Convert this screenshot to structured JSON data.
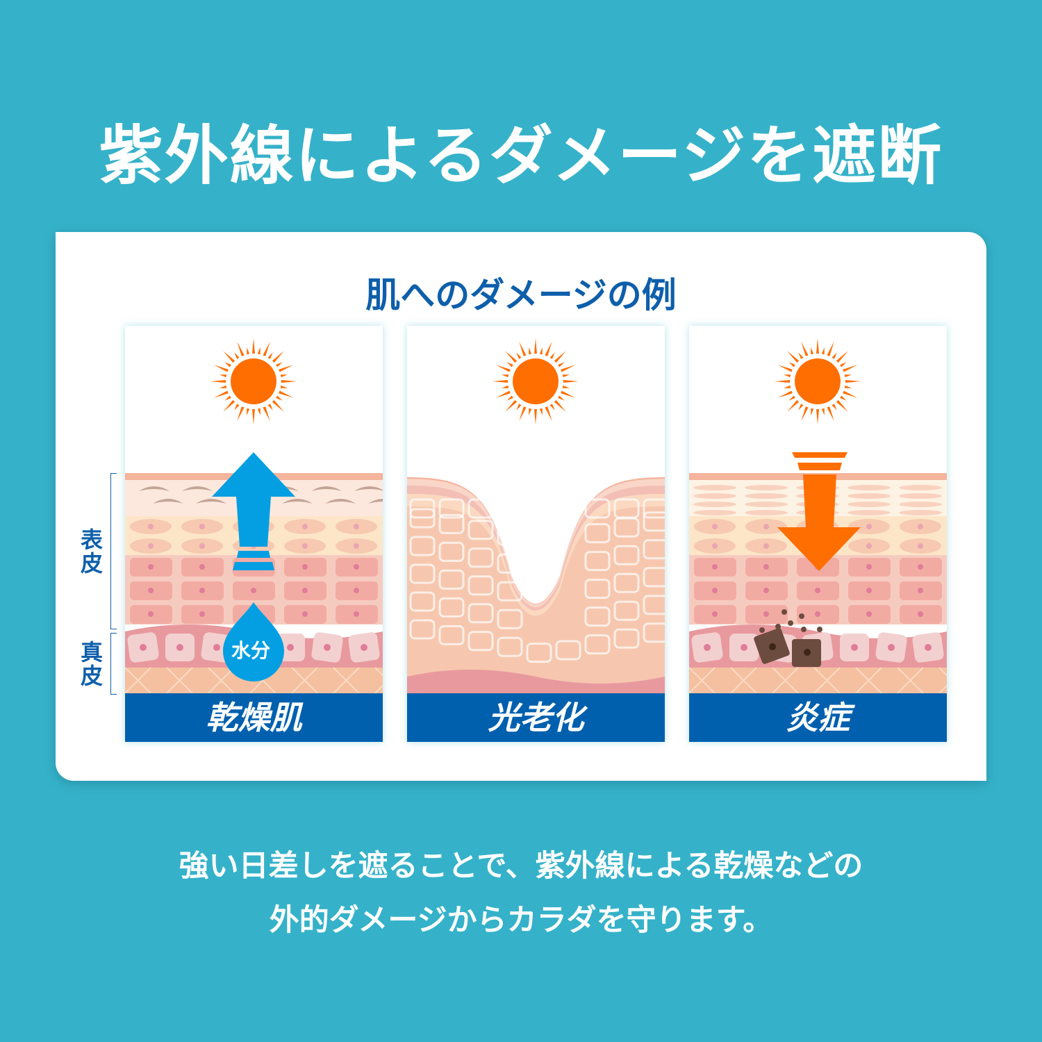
{
  "title": "紫外線によるダメージを遮断",
  "card": {
    "subtitle": "肌へのダメージの例",
    "side_labels": {
      "epidermis": "表皮",
      "dermis": "真皮"
    },
    "panels": [
      {
        "label": "乾燥肌",
        "badge": "水分",
        "arrow": "up"
      },
      {
        "label": "光老化"
      },
      {
        "label": "炎症",
        "arrow": "down"
      }
    ]
  },
  "bottom_text": [
    "強い日差しを遮ることで、紫外線による乾燥などの",
    "外的ダメージからカラダを守ります。"
  ],
  "colors": {
    "background": "#35b2c9",
    "navy": "#0060ae",
    "sun": "#ff6e00",
    "water": "#049fe3"
  }
}
